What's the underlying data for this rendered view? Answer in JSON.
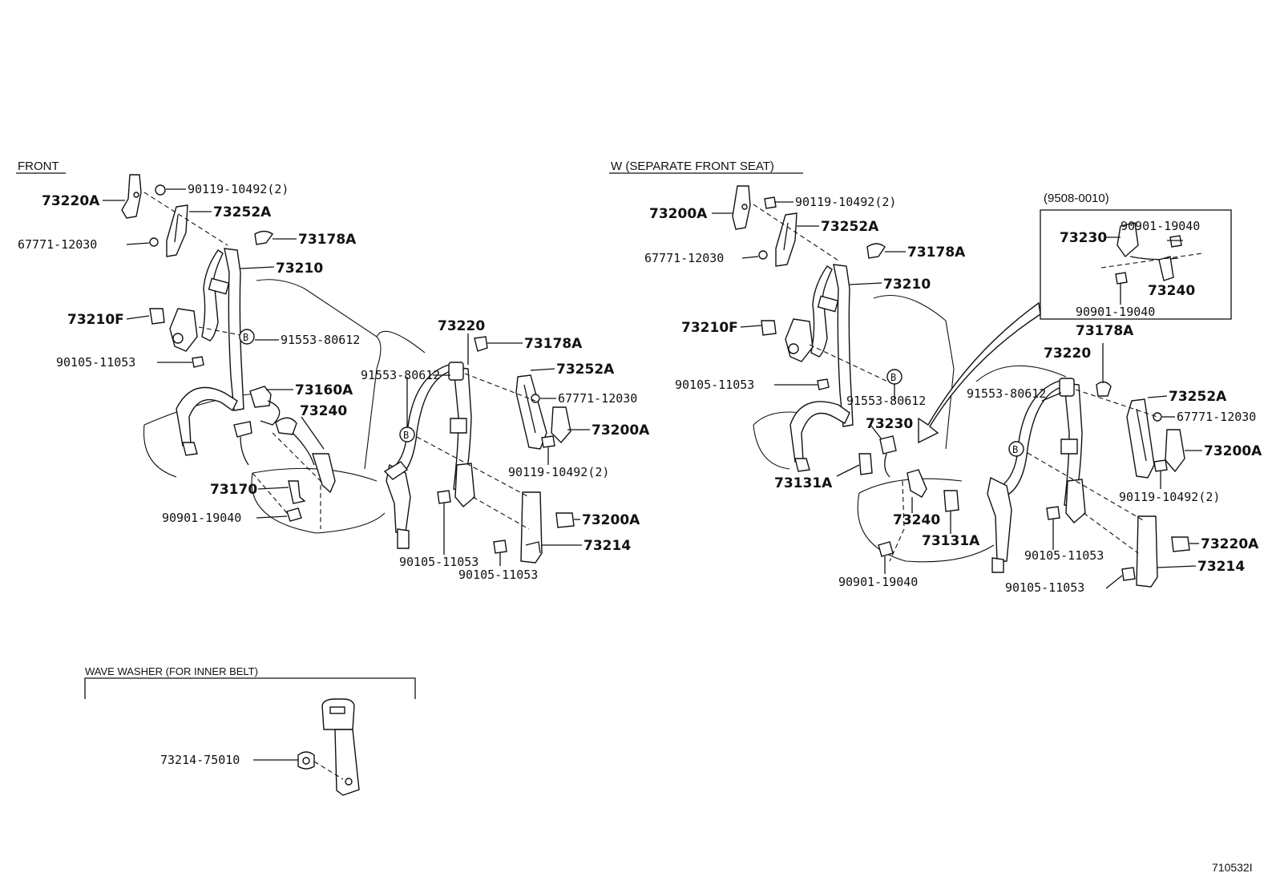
{
  "sections": {
    "front": "FRONT",
    "separate_front_seat": "W (SEPARATE FRONT SEAT)",
    "date_range": "(9508-0010)",
    "wave_washer": "WAVE WASHER (FOR INNER BELT)"
  },
  "diagram_id": "710532I",
  "callouts": {
    "a_73220A": "73220A",
    "a_90119": "90119-10492(2)",
    "a_73252A": "73252A",
    "a_67771": "67771-12030",
    "a_73178A": "73178A",
    "a_73210": "73210",
    "a_73210F": "73210F",
    "a_91553": "91553-80612",
    "a_90105": "90105-11053",
    "a_73160A": "73160A",
    "a_73240": "73240",
    "a_73170": "73170",
    "a_90901": "90901-19040",
    "b_73220": "73220",
    "b_73178A": "73178A",
    "b_91553": "91553-80612",
    "b_73252A": "73252A",
    "b_67771": "67771-12030",
    "b_73200A": "73200A",
    "b_90119": "90119-10492(2)",
    "b_73200A_2": "73200A",
    "b_73214": "73214",
    "b_90105_1": "90105-11053",
    "b_90105_2": "90105-11053",
    "c_73200A": "73200A",
    "c_90119": "90119-10492(2)",
    "c_73252A": "73252A",
    "c_67771": "67771-12030",
    "c_73178A": "73178A",
    "c_73210": "73210",
    "c_73210F": "73210F",
    "c_90105": "90105-11053",
    "c_91553": "91553-80612",
    "c_73230": "73230",
    "c_73131A_1": "73131A",
    "c_73240": "73240",
    "c_73131A_2": "73131A",
    "c_90901": "90901-19040",
    "d_73230": "73230",
    "d_90901_1": "90901-19040",
    "d_73240": "73240",
    "d_90901_2": "90901-19040",
    "e_73178A": "73178A",
    "e_73220": "73220",
    "e_91553": "91553-80612",
    "e_73252A": "73252A",
    "e_67771": "67771-12030",
    "e_73200A": "73200A",
    "e_90119": "90119-10492(2)",
    "e_73220A": "73220A",
    "e_73214": "73214",
    "e_90105_1": "90105-11053",
    "e_90105_2": "90105-11053",
    "f_73214": "73214-75010"
  },
  "markers": {
    "b": "B"
  }
}
